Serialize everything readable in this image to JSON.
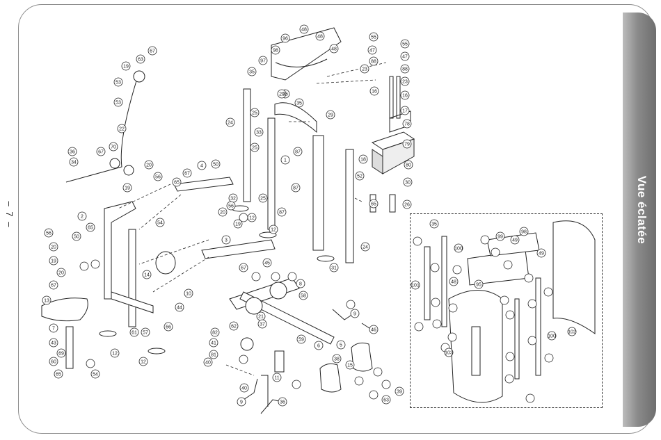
{
  "page": {
    "title": "Vue éclatée",
    "page_number": "– 7 –"
  },
  "callouts": {
    "c48a": "48",
    "c96a": "96",
    "c48b": "48",
    "c48c": "48",
    "c98": "98",
    "c97": "97",
    "c35a": "35",
    "c35b": "35",
    "c35c": "35",
    "c29a": "29",
    "c29b": "29",
    "c55a": "55",
    "c55b": "55",
    "c47a": "47",
    "c47b": "47",
    "c88a": "88",
    "c88b": "88",
    "c23a": "23",
    "c23b": "23",
    "c16a": "16",
    "c16b": "16",
    "c17": "17",
    "c78": "78",
    "c79": "79",
    "c80": "80",
    "c30": "30",
    "c18": "18",
    "c26": "26",
    "c52": "52",
    "c65a": "65",
    "c24a": "24",
    "c24b": "24",
    "c25a": "25",
    "c25b": "25",
    "c25c": "25",
    "c33": "33",
    "c1": "1",
    "c87a": "87",
    "c87b": "87",
    "c87c": "87",
    "c63a": "63",
    "c67a": "67",
    "c19a": "19",
    "c53a": "53",
    "c53b": "53",
    "c22": "22",
    "c36": "36",
    "c34": "34",
    "c70a": "70",
    "c67b": "67",
    "c20a": "20",
    "c56a": "56",
    "c19b": "19",
    "c4": "4",
    "c50a": "50",
    "c65b": "65",
    "c67c": "67",
    "c56b": "56",
    "c32": "32",
    "c20b": "20",
    "c19c": "19",
    "c12a": "12",
    "c12b": "12",
    "c31": "31",
    "c2": "2",
    "c56c": "56",
    "c20c": "20",
    "c19d": "19",
    "c20d": "20",
    "c67d": "67",
    "c50b": "50",
    "c65c": "65",
    "c54": "54",
    "c3": "3",
    "c14": "14",
    "c67e": "67",
    "c45a": "45",
    "c13": "13",
    "c7": "7",
    "c43a": "43",
    "c69": "69",
    "c60": "60",
    "c65d": "65",
    "c54b": "54",
    "c12c": "12",
    "c66": "66",
    "c57": "57",
    "c61": "61",
    "c44": "44",
    "c10": "10",
    "c12d": "12",
    "c82": "82",
    "c41a": "41",
    "c81": "81",
    "c40a": "40",
    "c62": "62",
    "c21": "21",
    "c37": "37",
    "c8": "8",
    "c9a": "9",
    "c46": "46",
    "c59": "59",
    "c6": "6",
    "c5": "5",
    "c15": "15",
    "c39": "39",
    "c58": "58",
    "c11": "11",
    "c36b": "36",
    "c9b": "9",
    "c40b": "40",
    "c38": "38",
    "c63b": "63",
    "c100a": "100",
    "c100b": "100",
    "c101": "101",
    "c102": "102",
    "c103": "103",
    "c49a": "49",
    "c49b": "49",
    "c95": "95",
    "c99": "99",
    "c98b": "98",
    "c35i": "35",
    "c48i": "48"
  }
}
